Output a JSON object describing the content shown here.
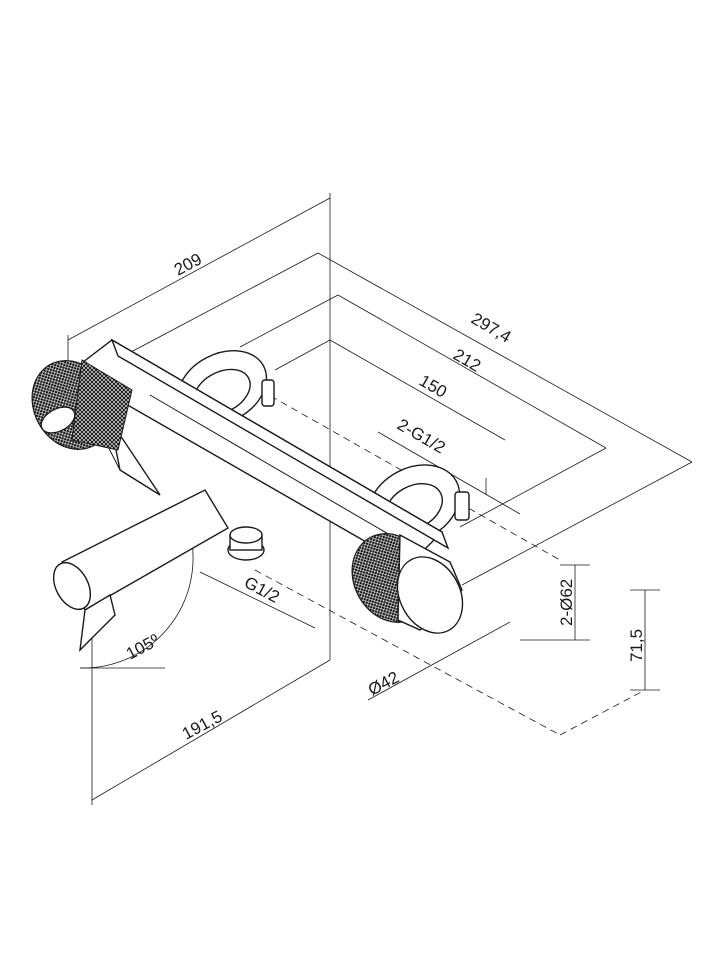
{
  "drawing": {
    "colors": {
      "line": "#1a1a1a",
      "knurl": "#111111",
      "background": "#ffffff"
    },
    "dimensions": {
      "d209": "209",
      "d297": "297,4",
      "d212": "212",
      "d150": "150",
      "thread_inlets": "2-G1/2",
      "eccentric_dia": "2-Ø62",
      "height": "71,5",
      "outlet_thread": "G1/2",
      "handle_dia": "Ø42",
      "angle": "105º",
      "d191": "191,5"
    }
  }
}
